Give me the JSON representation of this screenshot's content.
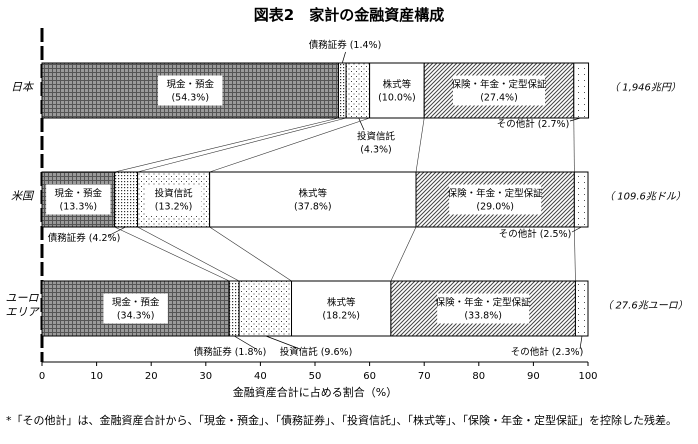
{
  "chart_data": {
    "type": "bar",
    "orientation": "horizontal",
    "stacked": true,
    "normalized_percent": true,
    "title": "図表2　家計の金融資産構成",
    "xlabel": "金融資産合計に占める割合（%）",
    "xlim": [
      0,
      100
    ],
    "x_ticks": [
      0,
      10,
      20,
      30,
      40,
      50,
      60,
      70,
      80,
      90,
      100
    ],
    "x_tick_labels": [
      "0",
      "10",
      "20",
      "30",
      "40",
      "50",
      "60",
      "70",
      "80",
      "90",
      "100"
    ],
    "categories": [
      "日本",
      "米国",
      "ユーロ\nエリア"
    ],
    "totals": [
      "（ 1,946兆円）",
      "（ 109.6兆ドル）",
      "（ 27.6兆ユーロ）"
    ],
    "series": [
      {
        "name": "現金・預金",
        "values": [
          54.3,
          13.3,
          34.3
        ],
        "pattern": "grid",
        "labels": [
          "現金・預金\n(54.3%)",
          "現金・預金\n(13.3%)",
          "現金・預金\n(34.3%)"
        ]
      },
      {
        "name": "債務証券",
        "values": [
          1.4,
          4.2,
          1.8
        ],
        "pattern": "dots-dense",
        "labels": [
          "債務証券 (1.4%)",
          "債務証券 (4.2%)",
          "債務証券 (1.8%)"
        ]
      },
      {
        "name": "投資信託",
        "values": [
          4.3,
          13.2,
          9.6
        ],
        "pattern": "dots",
        "labels": [
          "投資信託\n(4.3%)",
          "投資信託\n(13.2%)",
          "投資信託 (9.6%)"
        ]
      },
      {
        "name": "株式等",
        "values": [
          10.0,
          37.8,
          18.2
        ],
        "pattern": "none",
        "labels": [
          "株式等\n(10.0%)",
          "株式等\n(37.8%)",
          "株式等\n(18.2%)"
        ]
      },
      {
        "name": "保険・年金・定型保証",
        "values": [
          27.4,
          29.0,
          33.8
        ],
        "pattern": "hatch",
        "labels": [
          "保険・年金・定型保証\n(27.4%)",
          "保険・年金・定型保証\n(29.0%)",
          "保険・年金・定型保証\n(33.8%)"
        ]
      },
      {
        "name": "その他計",
        "values": [
          2.7,
          2.5,
          2.3
        ],
        "pattern": "dots-sparse",
        "labels": [
          "その他計 (2.7%)",
          "その他計 (2.5%)",
          "その他計 (2.3%)"
        ]
      }
    ],
    "grid": false,
    "connector_lines": true,
    "footnote": "*「その他計」は、金融資産合計から、「現金・預金」、「債務証券」、「投資信託」、「株式等」、「保険・年金・定型保証」を控除した残差。"
  }
}
